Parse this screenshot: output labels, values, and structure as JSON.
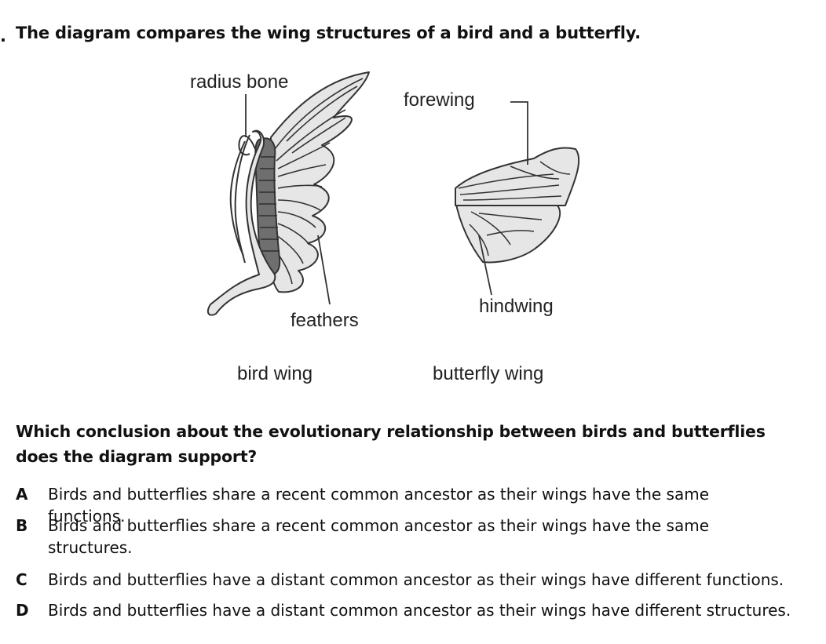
{
  "stem": {
    "bullet": ".",
    "title": "The diagram compares the wing structures of a bird and a butterfly."
  },
  "diagram": {
    "labels": {
      "radius_bone": "radius bone",
      "feathers": "feathers",
      "forewing": "forewing",
      "hindwing": "hindwing",
      "bird_wing": "bird wing",
      "butterfly_wing": "butterfly wing"
    },
    "colors": {
      "outline": "#333333",
      "wing_fill": "#e6e6e6",
      "bone_fill": "#6f6f6f"
    }
  },
  "question": "Which conclusion about the evolutionary relationship between birds and butterflies does the diagram support?",
  "options": [
    {
      "letter": "A",
      "text": "Birds and butterflies share a recent common ancestor as their wings have the same functions."
    },
    {
      "letter": "B",
      "text": "Birds and butterflies share a recent common ancestor as their wings have the same structures."
    },
    {
      "letter": "C",
      "text": "Birds and butterflies have a distant common ancestor as their wings have different functions."
    },
    {
      "letter": "D",
      "text": "Birds and butterflies have a distant common ancestor as their wings have different structures."
    }
  ]
}
